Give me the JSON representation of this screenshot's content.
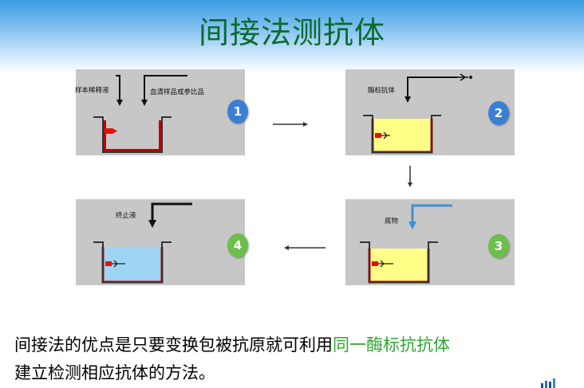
{
  "title": "间接法测抗体",
  "panels": [
    {
      "number": "1",
      "labels": [
        "样本稀释液",
        "血清样品或参比品"
      ]
    },
    {
      "number": "2",
      "labels": [
        "酶标抗体"
      ]
    },
    {
      "number": "3",
      "labels": [
        "底物"
      ]
    },
    {
      "number": "4",
      "labels": [
        "终止液"
      ]
    }
  ],
  "description": {
    "line1_prefix": "间接法的优点是只要变换包被抗原就可利用",
    "line1_highlight": "同一酶标抗抗体",
    "line2": "建立检测相应抗体的方法。"
  },
  "colors": {
    "title": "#0a6b2e",
    "highlight": "#2fa62f",
    "panel_bg": "#c7c7c7",
    "well_red": "#c00000",
    "well_yellow": "#ffff88",
    "well_blue": "#9fd4f5",
    "badge_blue": "#3a7fd4",
    "badge_green": "#6cbf4a"
  }
}
